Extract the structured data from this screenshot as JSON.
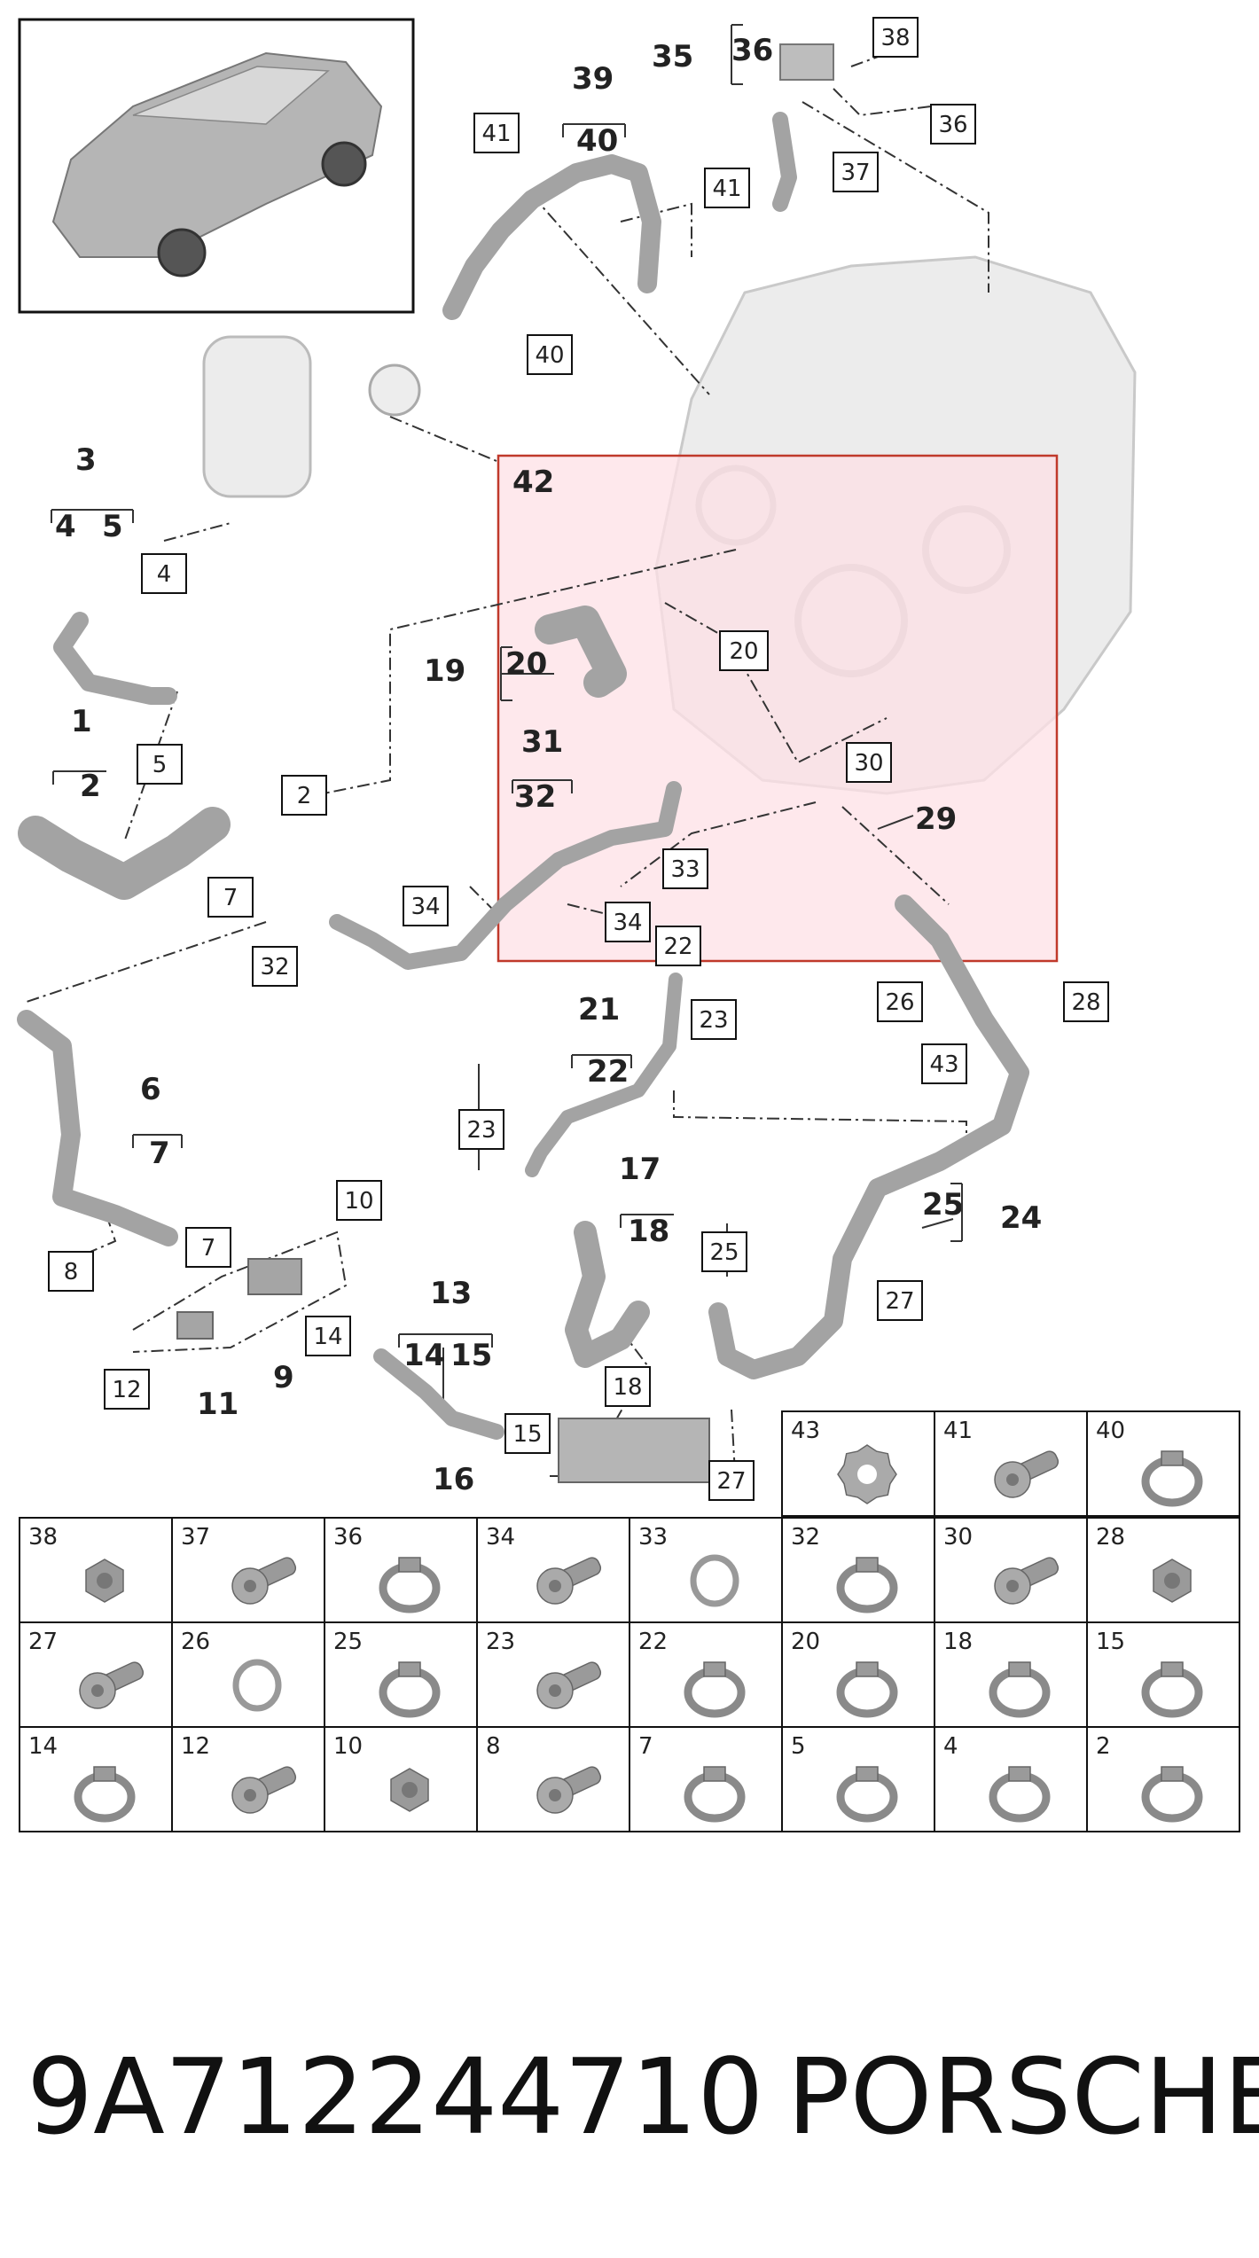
{
  "callouts_bold": [
    "35",
    "36",
    "39",
    "40",
    "42",
    "19",
    "20",
    "3",
    "4",
    "5",
    "1",
    "2",
    "31",
    "32",
    "29",
    "21",
    "22",
    "6",
    "7",
    "17",
    "18",
    "25",
    "24",
    "13",
    "14",
    "15",
    "16",
    "9",
    "11"
  ],
  "callouts_boxed": [
    "38",
    "36",
    "41",
    "41",
    "37",
    "40",
    "4",
    "20",
    "5",
    "2",
    "30",
    "7",
    "34",
    "32",
    "33",
    "34",
    "22",
    "23",
    "26",
    "28",
    "43",
    "23",
    "8",
    "7",
    "10",
    "14",
    "12",
    "25",
    "27",
    "18",
    "15",
    "27"
  ],
  "parts_grid": {
    "rows": [
      [
        "43",
        "41",
        "40"
      ],
      [
        "38",
        "37",
        "36",
        "34",
        "33",
        "32",
        "30",
        "28"
      ],
      [
        "27",
        "26",
        "25",
        "23",
        "22",
        "20",
        "18",
        "15"
      ],
      [
        "14",
        "12",
        "10",
        "8",
        "7",
        "5",
        "4",
        "2"
      ]
    ]
  },
  "footer": {
    "part_number": "9A712244710",
    "brand": "PORSCHE"
  },
  "colors": {
    "highlight_fill": "#fde0e6",
    "highlight_border": "#c0392b",
    "part_gray": "#9a9a9a",
    "line": "#333333"
  }
}
